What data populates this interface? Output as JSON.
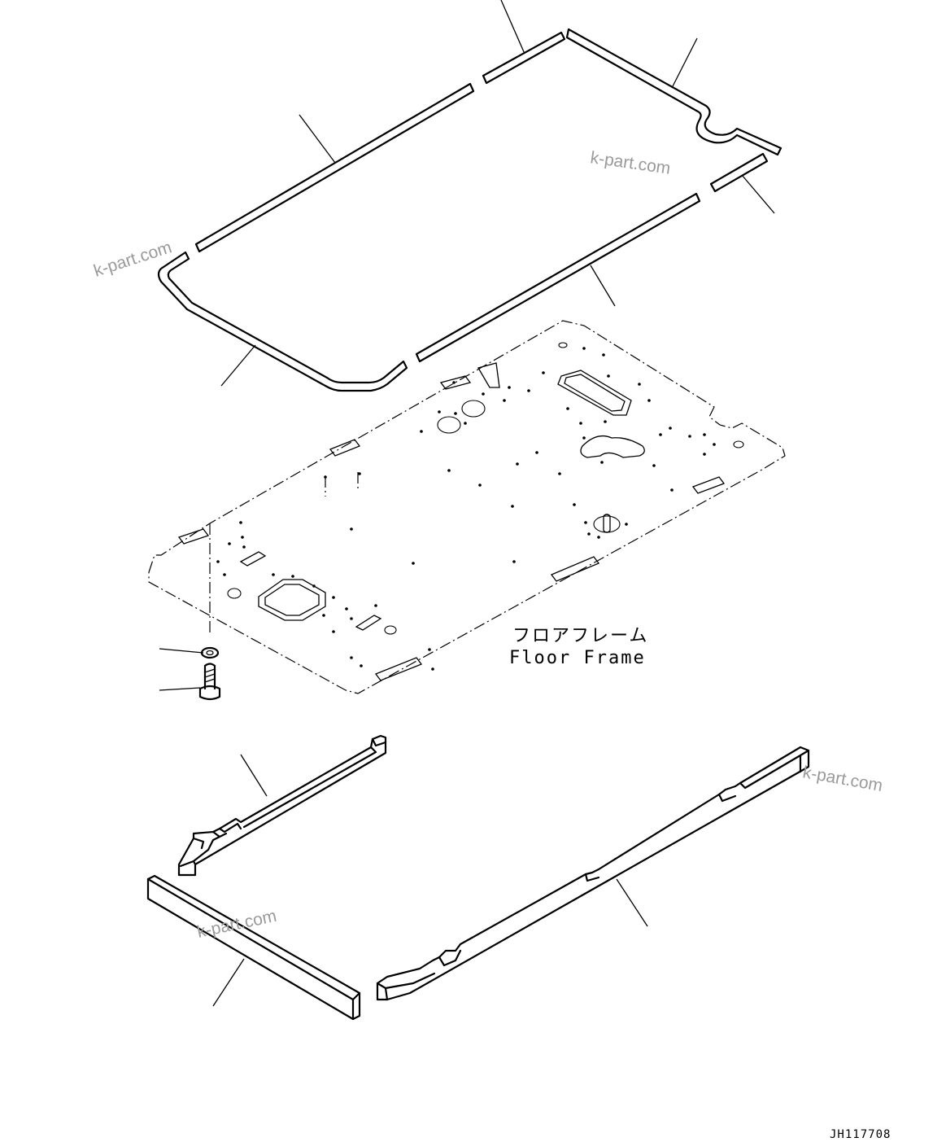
{
  "floor_frame": {
    "label_jp": "フロアフレーム",
    "label_en": "Floor Frame"
  },
  "drawing_code": "JH117708",
  "watermarks": [
    "k-part.com",
    "k-part.com",
    "k-part.com",
    "k-part.com"
  ]
}
